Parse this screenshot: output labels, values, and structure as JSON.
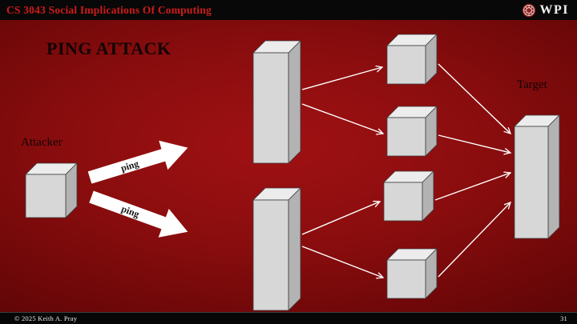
{
  "header": {
    "course_title": "CS 3043 Social Implications Of Computing",
    "logo_text": "WPI"
  },
  "slide": {
    "title": "PING ATTACK",
    "labels": {
      "attacker": "Attacker",
      "target": "Target",
      "ping1": "ping",
      "ping2": "ping"
    },
    "diagram": {
      "attacker_nodes": 1,
      "amplifier_nodes": 2,
      "reflector_nodes": 4,
      "target_nodes": 1
    }
  },
  "footer": {
    "copyright": "© 2025 Keith A. Pray",
    "page_number": "31"
  },
  "colors": {
    "header_bg": "#080808",
    "header_text": "#cf1b1b",
    "bg_center": "#a01113",
    "bg_edge": "#3c0203",
    "cube_front": "#d7d7d7",
    "cube_top": "#ececec",
    "cube_side": "#b3b3b3",
    "cube_stroke": "#3c3c3c",
    "arrow_white": "#ffffff",
    "label_text": "#120404",
    "footer_text": "#e8e8e8"
  }
}
